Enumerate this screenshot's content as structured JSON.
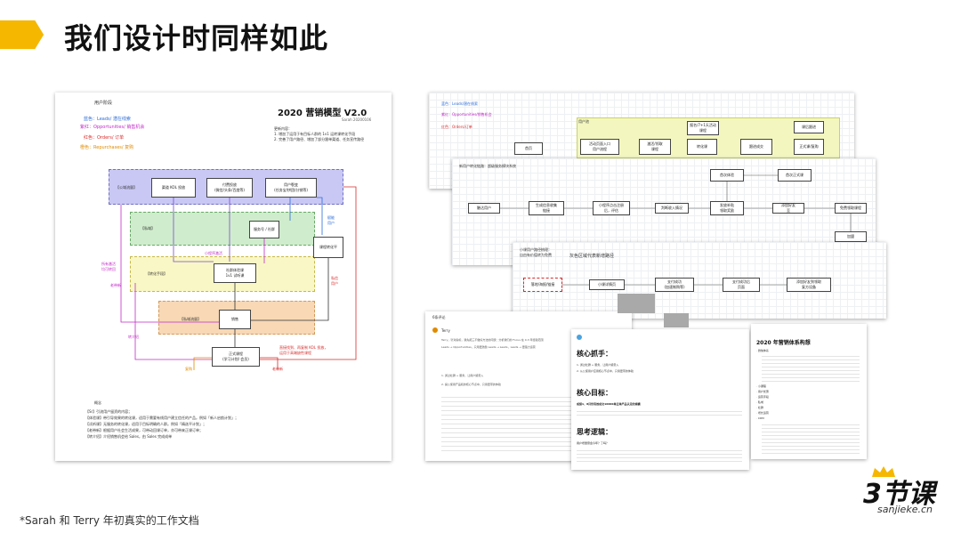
{
  "slide": {
    "title": "我们设计时同样如此",
    "footnote": "*Sarah 和 Terry 年初真实的工作文档",
    "brand_colors": {
      "accent": "#f5b700",
      "text": "#111111"
    }
  },
  "left_doc": {
    "title": "2020 营销模型 V2.0",
    "author": "Sarah 20200106",
    "legend_title": "用户阶段",
    "legend_items": [
      {
        "label": "蓝色：Leads/ 潜在线索",
        "color": "#2b6cd8"
      },
      {
        "label": "紫红：Opportunities/ 销售机会",
        "color": "#c22bc8"
      },
      {
        "label": "红色：Orders/ 订单",
        "color": "#d82b2b"
      },
      {
        "label": "橙色：Repurchases/ 复购",
        "color": "#e08a00"
      }
    ],
    "notes_title": "更新内容：",
    "notes": [
      "1. 增加了运用于有目标人群的 1v1 运转课转化手段",
      "2. 完善了用户路径、增加了部分跟单渠道、任务宣传路径"
    ],
    "zones": {
      "public": "【公域流量】",
      "private": "【私域】",
      "convert": "【转化手段】",
      "sales": "【私域流量】"
    },
    "nodes": {
      "kol": "渠道 KOL 投放",
      "paid": "付费投放\n(微信/头条/百度等)",
      "user_growth": "用户裂变\n(任务宝/拼团/分销等)",
      "service": "服务号 / 社群",
      "lead_course": "社群体验课\n1v1 试听课",
      "miniapp": "小程序激活",
      "sales_center": "销售",
      "trial": "课程转化平",
      "formal": "正式课程\n(学习计划/ 会员)"
    },
    "side_labels": {
      "all_paths": "所有激活\n均可转回",
      "renew": "老带新",
      "follow_up": "转介绍",
      "deliver": "赋能\n用户",
      "dm": "私信\n用户",
      "bottom_red": "直接找到、再复制 KOL 投放，\n运用于高端缺性课程"
    },
    "bottom_tags": [
      "复购",
      "老带新"
    ],
    "summary_title": "概念",
    "summary_items": [
      "【Sr】引流用户留资的内容；",
      "【体验课】带引导效果的转化课，适用于需要有线用户建立信任的产品。例如「新人启航计划」；",
      "【试听课】无服务的转化课，适用于目标明确的人群。例如「精选平计划」；",
      "【老带新】根据用户社会生活成果，可带动回课订单，亦可带来正课订单；",
      "【转介绍】介绍销售机会给 Sales，由 Sales 完成成单"
    ]
  },
  "right_docs": {
    "sheet1": {
      "legend": [
        "蓝色：Leads/潜在线索",
        "紫红：Opportunities/销售机会",
        "红色：Orders/订单"
      ],
      "zone_label": "用户池",
      "boxes": [
        "首页",
        "活动页面入口\n用户流程",
        "激活/领取\n课程",
        "转化课",
        "报名/7+1天活动\n课程",
        "跟进成交",
        "正式课/复购",
        "课后跟进"
      ]
    },
    "sheet2": {
      "heading": "新用户转化链路：超级服务模块系统",
      "boxes": [
        "触达用户",
        "生成信息收集\n链接",
        "小程序点击注册\n后，评估",
        "判断收入情况",
        "发放补贴\n领取奖励",
        "添加好友\n至",
        "免费领取课程",
        "首次体验",
        "首次正式课",
        "加盟"
      ]
    },
    "sheet3": {
      "heading": "小课用户路径梳理：\n自由有价值转为免费",
      "note": "灰色区域代表新增路径",
      "boxes": [
        "落地/海报/链接",
        "小课详情页",
        "支付成功\n(加速制购等)",
        "支付成功后\n页面",
        "添加好友到领取\n复方设备"
      ]
    },
    "sheet4": {
      "header": "6条评论",
      "commenter": "Terry",
      "lines": [
        "Terry，针对指标，我先把三不做好方法的问题：分析我们的 Focus 在 0-3 年经验范围",
        "Leads → Opportunities，只用更激励 Leads → Leads，Leads → 更强力运营",
        "1. 通过社群 + 服务，让用户留意入",
        "2. 提公使用产品和的核心节点中，只用更带的体验"
      ]
    },
    "sheet5": {
      "sec1": "核心抓手：",
      "sec1_items": [
        "1. 通过社群 + 服务，让用户留意入",
        "2. 从公使用户应用核心节点中，只用更带的体验"
      ],
      "sec2": "核心目标：",
      "sec2_goal": "成绩1、8月份有效成交10000单正单产品认定的规模",
      "sec3": "思考逻辑：",
      "sec3_item": "用户增量意会今年？了吗？"
    },
    "sheet6": {
      "title": "2020 年营销体系构想",
      "items": [
        "·  微信体系",
        "·  小课程",
        "·  用户优惠",
        "·  运营手段",
        "·  私域",
        "·  社群",
        "·  增长运营",
        "·  CRM"
      ]
    }
  },
  "logo": {
    "main": "3节课",
    "sub": "sanjieke.cn"
  }
}
